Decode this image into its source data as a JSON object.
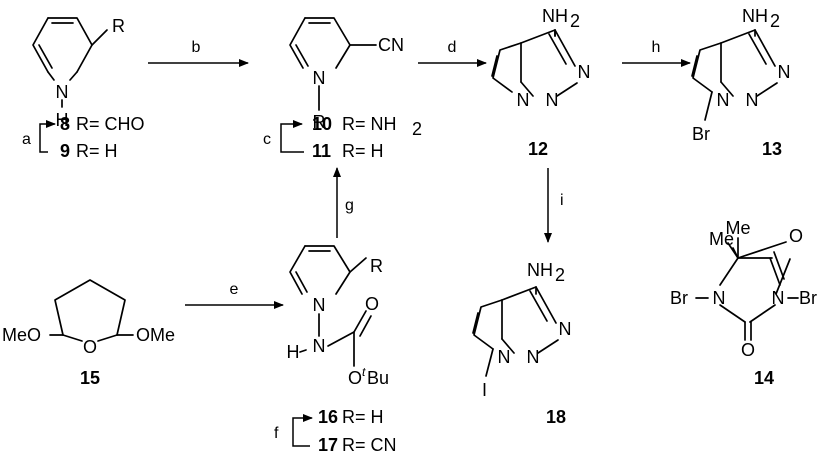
{
  "steps": [
    "a",
    "b",
    "c",
    "d",
    "e",
    "f",
    "g",
    "h",
    "i"
  ],
  "compounds": {
    "c8": {
      "number": "8",
      "text": "R= CHO"
    },
    "c9": {
      "number": "9",
      "text": "R= H"
    },
    "c10": {
      "number": "10",
      "text": "R= NH",
      "sub": "2"
    },
    "c11": {
      "number": "11",
      "text": "R= H"
    },
    "c12": {
      "number": "12"
    },
    "c13": {
      "number": "13"
    },
    "c14": {
      "number": "14"
    },
    "c15": {
      "number": "15"
    },
    "c16": {
      "number": "16",
      "text": "R= H"
    },
    "c17": {
      "number": "17",
      "text": "R= CN"
    },
    "c18": {
      "number": "18"
    }
  },
  "atoms": {
    "N": "N",
    "H": "H",
    "R": "R",
    "CN": "CN",
    "NH": "NH",
    "two": "2",
    "Br": "Br",
    "I": "I",
    "O": "O",
    "MeO": "MeO",
    "OMe": "OMe",
    "Me": "Me",
    "tBu_O": "O",
    "tBu_t": "t",
    "tBu_Bu": "Bu"
  }
}
